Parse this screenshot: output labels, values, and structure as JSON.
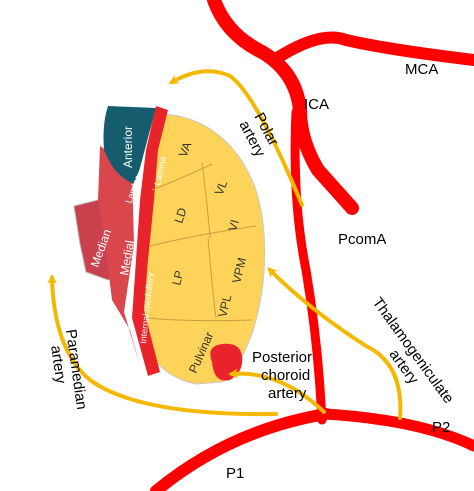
{
  "vessels": {
    "mca": "MCA",
    "ica": "ICA",
    "pcoma": "PcomA",
    "p1": "P1",
    "p2": "P2"
  },
  "arteries": {
    "polar": [
      "Polar",
      "artery"
    ],
    "thalamogeniculate": [
      "Thalamogeniculate",
      "artery"
    ],
    "posterior_choroid": [
      "Posterior",
      "choroid",
      "artery"
    ],
    "paramedian": [
      "Paramedian",
      "artery"
    ]
  },
  "nuclei": {
    "anterior": "Anterior",
    "va": "VA",
    "vl": "VL",
    "vi": "VI",
    "ld": "LD",
    "lp": "LP",
    "vpm": "VPM",
    "vpl": "VPL",
    "pulvinar": "Pulvinar",
    "median": "Median",
    "medial": "Medial",
    "lamina_1": "Lamina",
    "lamina_2": "Lamina",
    "internal_medullary": "Internal medullary"
  },
  "colors": {
    "artery_red": "#ff0000",
    "arrow_gold": "#f5b800",
    "thalamus_yellow": "#fdd35a",
    "anterior_teal": "#145c6e",
    "medial_red": "#d9474d",
    "median_red": "#c9414c",
    "lamina_red": "#e8242a"
  }
}
